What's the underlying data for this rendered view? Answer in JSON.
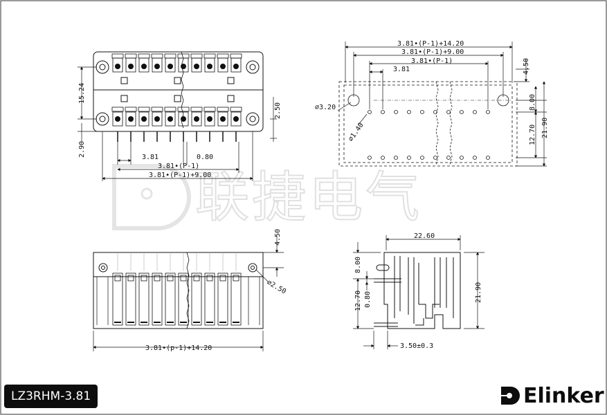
{
  "model": "LZ3RHM-3.81",
  "brand": "Elinker",
  "watermark": "联捷电气",
  "colors": {
    "ink": "#111111",
    "badge_bg": "#0d0d0d",
    "watermark": "#d4d4d4"
  },
  "dims": {
    "top_left": {
      "height": "15.24",
      "pin_offset": "2.90",
      "tail": "2.50",
      "pitch": "3.81",
      "pin_w": "0.80",
      "span1": "3.81•(P-1)",
      "span2": "3.81•(P-1)+9.00"
    },
    "top_right": {
      "overall": "3.81•(P-1)+14.20",
      "mid": "3.81•(P-1)+9.00",
      "inner": "3.81•(P-1)",
      "pitch": "3.81",
      "hole_big": "⌀3.20",
      "hole_small": "⌀1.40",
      "d450": "4.50",
      "d800": "8.00",
      "d1270": "12.70",
      "d2190": "21.90"
    },
    "bottom_left": {
      "d450": "4.50",
      "hole": "⌀2.50",
      "overall": "3.81•(p-1)+14.20"
    },
    "bottom_right": {
      "width": "22.60",
      "d800": "8.00",
      "d1270": "12.70",
      "d080": "0.80",
      "d2190": "21.90",
      "d350": "3.50±0.3"
    }
  }
}
